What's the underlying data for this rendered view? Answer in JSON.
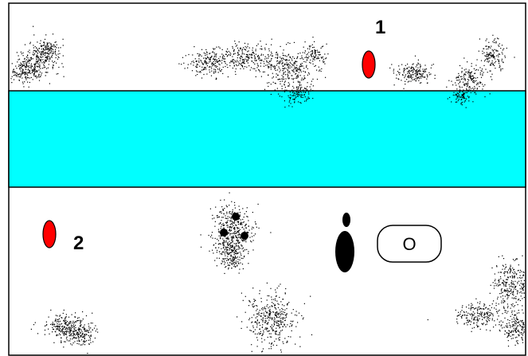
{
  "colors": {
    "background": "#ffffff",
    "river": "#00ffff",
    "outline": "#000000",
    "marker": "#ff0000",
    "speckle": "#000000"
  },
  "scene": {
    "river": {
      "name": "river"
    },
    "markers": [
      {
        "id": "marker-1",
        "label": "1"
      },
      {
        "id": "marker-2",
        "label": "2"
      }
    ],
    "person": {
      "name": "person-figure"
    },
    "speech_bubble": {
      "text": "O"
    },
    "bushes": [
      {
        "name": "bush-top-left"
      },
      {
        "name": "bush-top-center"
      },
      {
        "name": "bush-top-right"
      },
      {
        "name": "bush-center-cluster"
      },
      {
        "name": "bush-center-lower"
      },
      {
        "name": "bush-bottom-left"
      },
      {
        "name": "bush-bottom-right"
      }
    ]
  }
}
